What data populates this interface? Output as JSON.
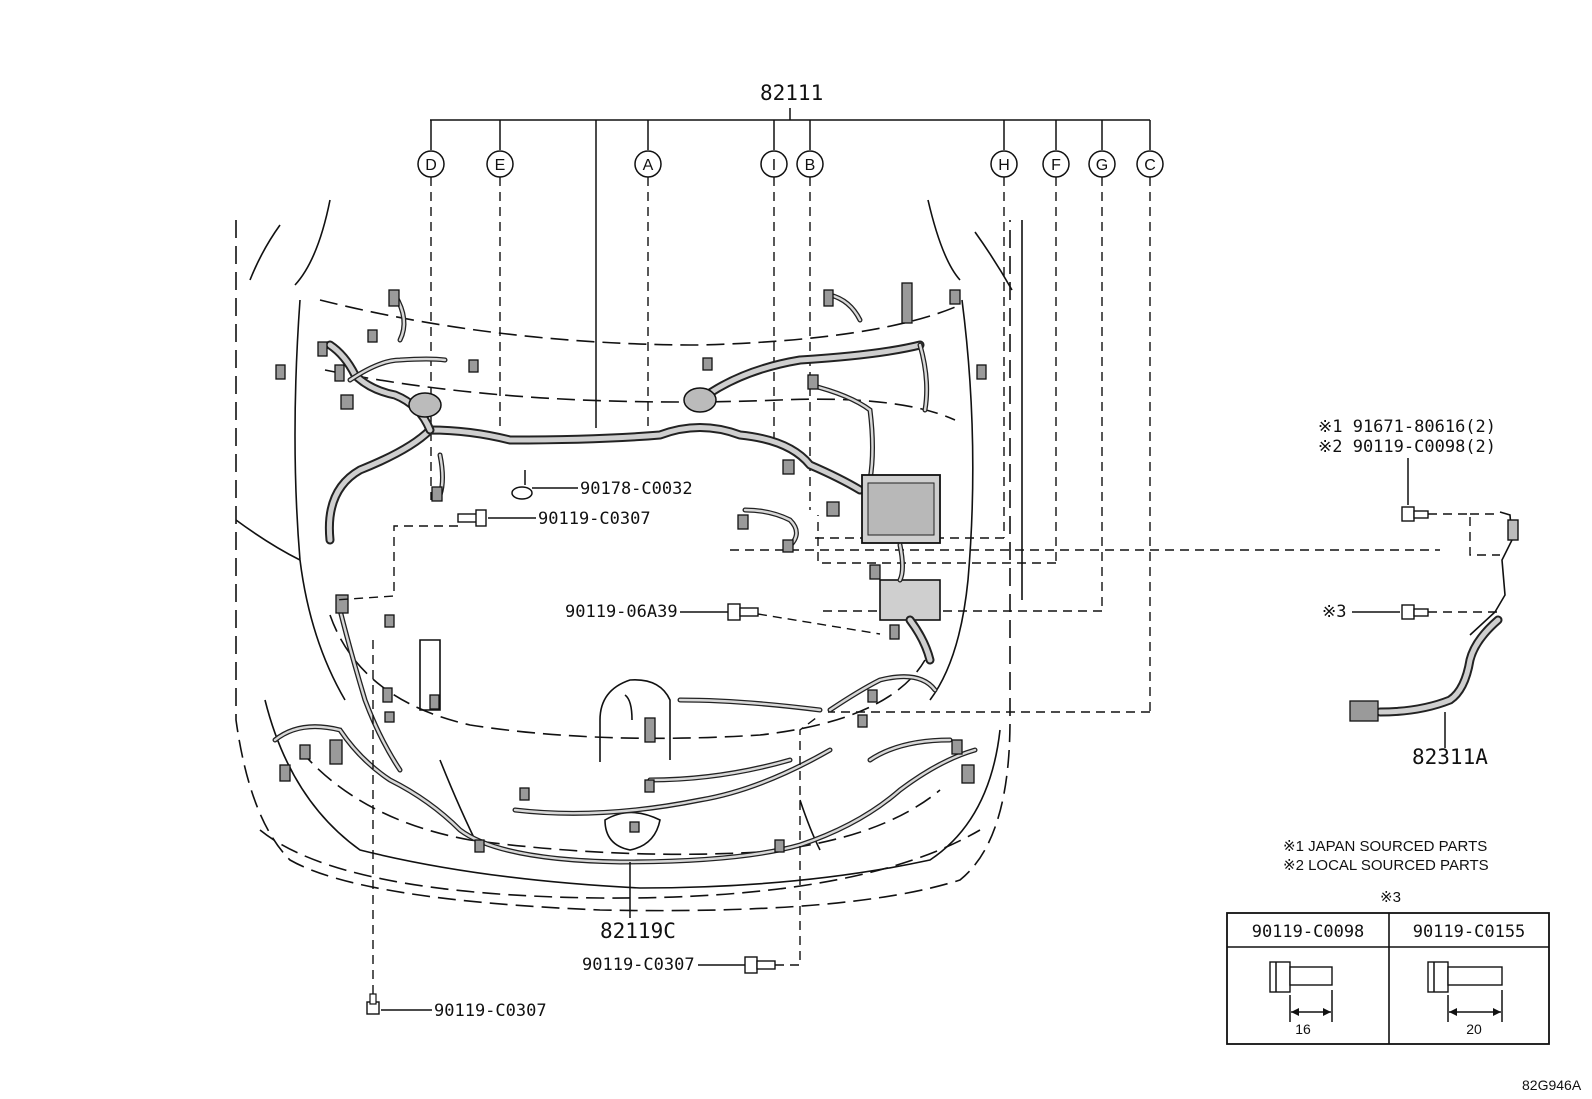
{
  "diagram": {
    "main_harness": "82111",
    "front_harness": "82119C",
    "sensor_harness": "82311A",
    "drawing_code": "82G946A",
    "callout_letters": [
      "D",
      "E",
      "A",
      "I",
      "B",
      "H",
      "F",
      "G",
      "C"
    ],
    "parts": {
      "clip_90178": "90178-C0032",
      "bolt_upper": "90119-C0307",
      "bolt_mid": "90119-06A39",
      "bolt_lower_right": "90119-C0307",
      "bolt_lower_left": "90119-C0307",
      "note1_part": "※1 91671-80616(2)",
      "note2_part": "※2 90119-C0098(2)",
      "note3_ref": "※3"
    },
    "legend": {
      "line1": "※1 JAPAN SOURCED PARTS",
      "line2": "※2 LOCAL SOURCED PARTS",
      "table_title": "※3",
      "col1_part": "90119-C0098",
      "col2_part": "90119-C0155",
      "col1_length": "16",
      "col2_length": "20"
    }
  }
}
